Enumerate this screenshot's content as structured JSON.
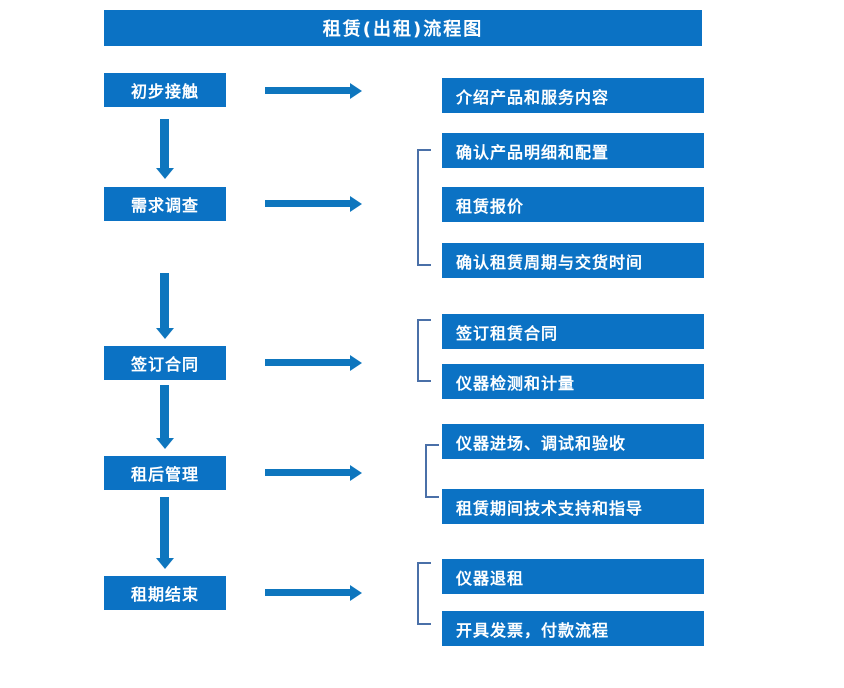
{
  "diagram": {
    "title": "租赁(出租)流程图",
    "colors": {
      "box_blue": "#0B72C4",
      "arrow_blue": "#0E76BE",
      "bracket_blue": "#4A70A8",
      "text_white": "#FFFFFF",
      "background": "#FFFFFF"
    },
    "stages": [
      {
        "id": "stage-1",
        "label": "初步接触"
      },
      {
        "id": "stage-2",
        "label": "需求调查"
      },
      {
        "id": "stage-3",
        "label": "签订合同"
      },
      {
        "id": "stage-4",
        "label": "租后管理"
      },
      {
        "id": "stage-5",
        "label": "租期结束"
      }
    ],
    "details": [
      {
        "id": "detail-1",
        "label": "介绍产品和服务内容"
      },
      {
        "id": "detail-2",
        "label": "确认产品明细和配置"
      },
      {
        "id": "detail-3",
        "label": "租赁报价"
      },
      {
        "id": "detail-4",
        "label": "确认租赁周期与交货时间"
      },
      {
        "id": "detail-5",
        "label": "签订租赁合同"
      },
      {
        "id": "detail-6",
        "label": "仪器检测和计量"
      },
      {
        "id": "detail-7",
        "label": "仪器进场、调试和验收"
      },
      {
        "id": "detail-8",
        "label": "租赁期间技术支持和指导"
      },
      {
        "id": "detail-9",
        "label": "仪器退租"
      },
      {
        "id": "detail-10",
        "label": "开具发票，付款流程"
      }
    ],
    "connectors": {
      "vertical_arrows": 4,
      "horizontal_arrows": 5,
      "group_brackets": 4
    }
  }
}
